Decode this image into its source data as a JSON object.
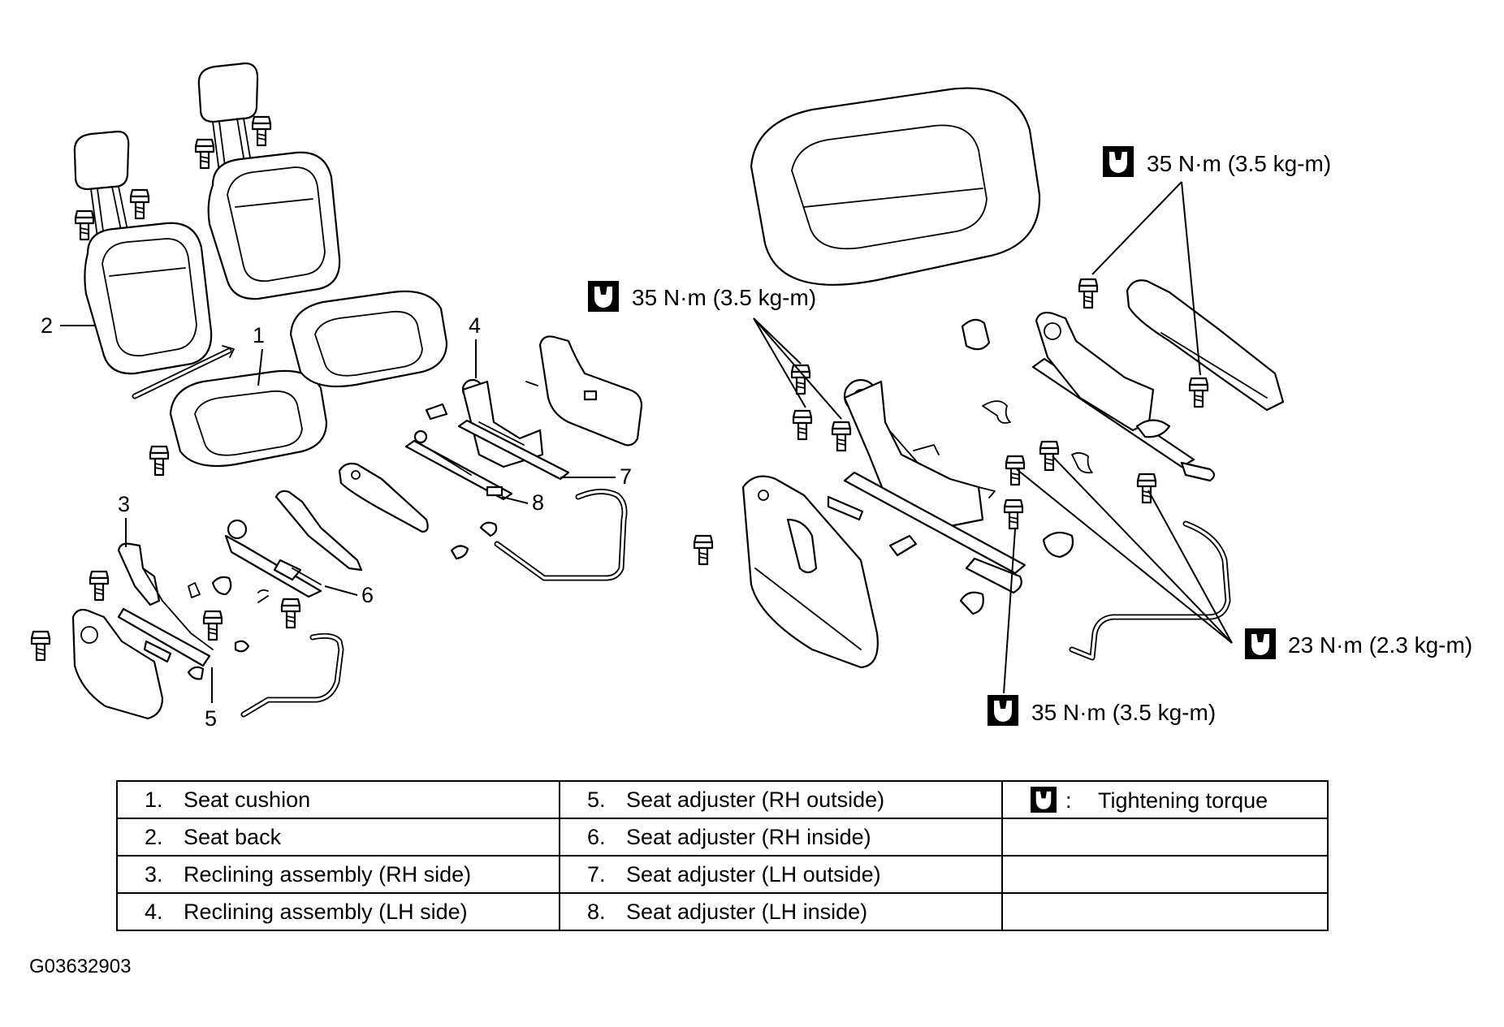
{
  "diagram": {
    "part_numbers": [
      "1",
      "2",
      "3",
      "4",
      "5",
      "6",
      "7",
      "8"
    ],
    "torque_callouts": [
      {
        "id": "top-right",
        "text": "35 N·m (3.5 kg-m)"
      },
      {
        "id": "middle",
        "text": "35 N·m (3.5 kg-m)"
      },
      {
        "id": "right",
        "text": "23 N·m (2.3 kg-m)"
      },
      {
        "id": "bottom",
        "text": "35 N·m (3.5 kg-m)"
      }
    ],
    "torque_icon": "wrench-torque-icon"
  },
  "legend": {
    "rows": [
      {
        "left_num": "1.",
        "left_text": "Seat cushion",
        "mid_num": "5.",
        "mid_text": "Seat adjuster (RH outside)"
      },
      {
        "left_num": "2.",
        "left_text": "Seat back",
        "mid_num": "6.",
        "mid_text": "Seat adjuster (RH inside)"
      },
      {
        "left_num": "3.",
        "left_text": "Reclining assembly (RH side)",
        "mid_num": "7.",
        "mid_text": "Seat adjuster (LH outside)"
      },
      {
        "left_num": "4.",
        "left_text": "Reclining assembly (LH side)",
        "mid_num": "8.",
        "mid_text": "Seat adjuster (LH inside)"
      }
    ],
    "key_separator": ":",
    "key_text": "Tightening torque"
  },
  "diagram_id": "G03632903"
}
